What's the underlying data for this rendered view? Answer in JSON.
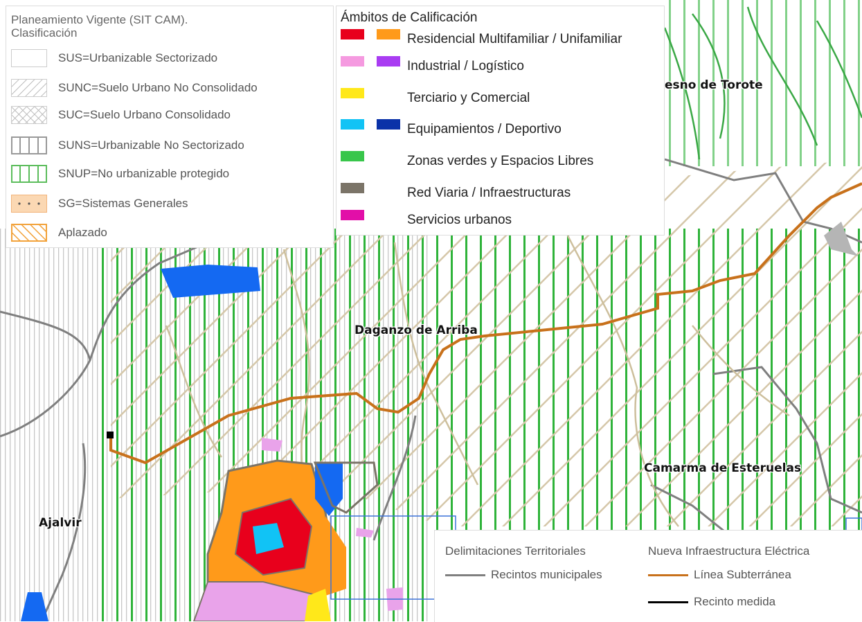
{
  "places": [
    {
      "name": "Daganzo de Arriba"
    },
    {
      "name": "Camarma de Esteruelas"
    },
    {
      "name": "Ajalvir"
    },
    {
      "name": "esno de Torote"
    }
  ],
  "legend_clasificacion": {
    "title_line1": "Planeamiento Vigente (SIT CAM).",
    "title_line2": "Clasificación",
    "items": [
      {
        "label": "SUS=Urbanizable Sectorizado",
        "pattern": "empty"
      },
      {
        "label": "SUNC=Suelo Urbano No Consolidado",
        "pattern": "diagonal"
      },
      {
        "label": "SUC=Suelo Urbano Consolidado",
        "pattern": "crosshatch"
      },
      {
        "label": "SUNS=Urbanizable No Sectorizado",
        "pattern": "vertical-grey"
      },
      {
        "label": "SNUP=No urbanizable protegido",
        "pattern": "vertical-green"
      },
      {
        "label": "SG=Sistemas Generales",
        "pattern": "dots-orange"
      },
      {
        "label": "Aplazado",
        "pattern": "diagonal-orange"
      }
    ]
  },
  "legend_calificacion": {
    "title": "Ámbitos de Calificación",
    "items": [
      {
        "label": "Residencial Multifamiliar / Unifamiliar",
        "color1": "#e8001c",
        "color2": "#ff9a1a"
      },
      {
        "label": "Industrial / Logístico",
        "color1": "#f59ae0",
        "color2": "#a93cf2"
      },
      {
        "label": "Terciario y Comercial",
        "color1": "#ffe81a",
        "color2": ""
      },
      {
        "label": "Equipamientos / Deportivo",
        "color1": "#11c3f5",
        "color2": "#0a32a8"
      },
      {
        "label": "Zonas verdes y Espacios Libres",
        "color1": "#38c64b",
        "color2": ""
      },
      {
        "label": "Red Viaria / Infraestructuras",
        "color1": "#7b7468",
        "color2": ""
      },
      {
        "label": "Servicios urbanos",
        "color1": "#e20fa8",
        "color2": ""
      }
    ]
  },
  "legend_infra": {
    "head_left": "Delimitaciones  Territoriales",
    "head_right": "Nueva Infraestructura Eléctrica",
    "items": [
      {
        "label": "Recintos municipales",
        "color": "#7f7f7f"
      },
      {
        "label": "Línea Subterránea",
        "color": "#c8711b"
      },
      {
        "label": "Recinto medida",
        "color": "#000000"
      }
    ]
  },
  "colors": {
    "snup_green": "#2fb33a",
    "suns_grey": "#b8b8b8",
    "aplazado": "#d5c7a9",
    "line_subterranea": "#c8711b",
    "boundary": "#7f7f7f",
    "water": "#1469f2"
  }
}
